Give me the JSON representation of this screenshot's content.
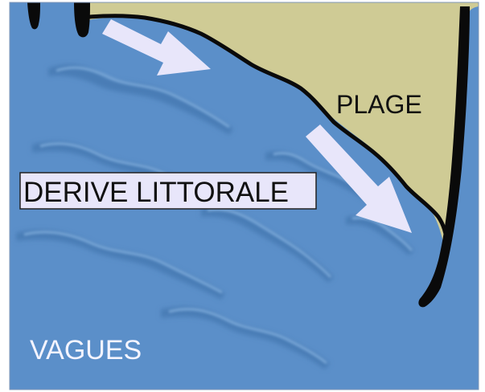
{
  "labels": {
    "beach": "PLAGE",
    "drift": "DERIVE LITTORALE",
    "waves": "VAGUES"
  },
  "colors": {
    "sea": "#5b8fc9",
    "sea_wave_shadow": "#4a7db6",
    "sea_wave_light": "#7aa8d8",
    "beach": "#cfcb95",
    "shoreline": "#0a0a0a",
    "arrow": "#e8e6fa",
    "label_box": "#e8e6fa",
    "waves_text": "#f4f4ff"
  }
}
